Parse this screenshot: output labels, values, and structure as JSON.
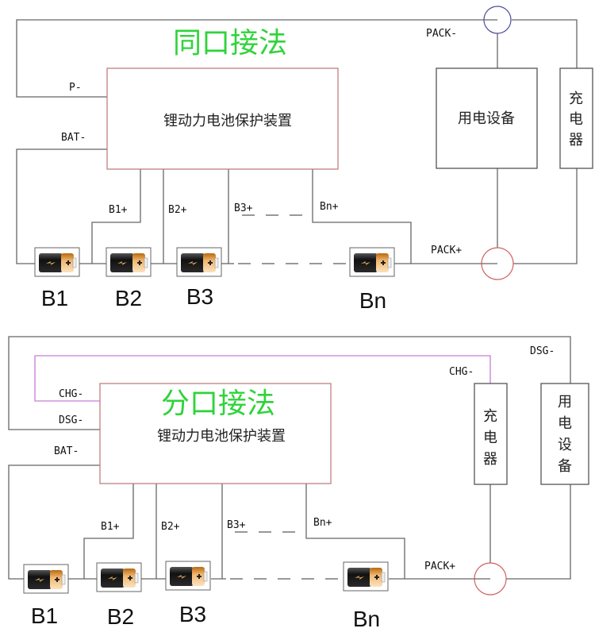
{
  "diagrams": [
    {
      "title": "同口接法",
      "bms_label": "锂动力电池保护装置",
      "port_labels": {
        "p_minus": "P-",
        "bat_minus": "BAT-",
        "pack_minus": "PACK-",
        "pack_plus": "PACK+"
      },
      "tap_labels": [
        "B1+",
        "B2+",
        "B3+",
        "Bn+"
      ],
      "load_label": "用电设备",
      "charger_label": [
        "充",
        "电",
        "器"
      ],
      "batteries": [
        "B1",
        "B2",
        "B3",
        "Bn"
      ]
    },
    {
      "title": "分口接法",
      "bms_label": "锂动力电池保护装置",
      "port_labels": {
        "chg_minus": "CHG-",
        "dsg_minus": "DSG-",
        "bat_minus": "BAT-",
        "chg_minus_right": "CHG-",
        "dsg_minus_right": "DSG-",
        "pack_plus": "PACK+"
      },
      "tap_labels": [
        "B1+",
        "B2+",
        "B3+",
        "Bn+"
      ],
      "load_label": [
        "用",
        "电",
        "设",
        "备"
      ],
      "charger_label": [
        "充",
        "电",
        "器"
      ],
      "batteries": [
        "B1",
        "B2",
        "B3",
        "Bn"
      ]
    }
  ],
  "colors": {
    "title_green": "#2fd33a",
    "bms_border": "#c08080",
    "chg_wire": "#c77dd8",
    "pack_minus_circle": "#4a4a9a",
    "pack_plus_circle": "#d06060"
  }
}
